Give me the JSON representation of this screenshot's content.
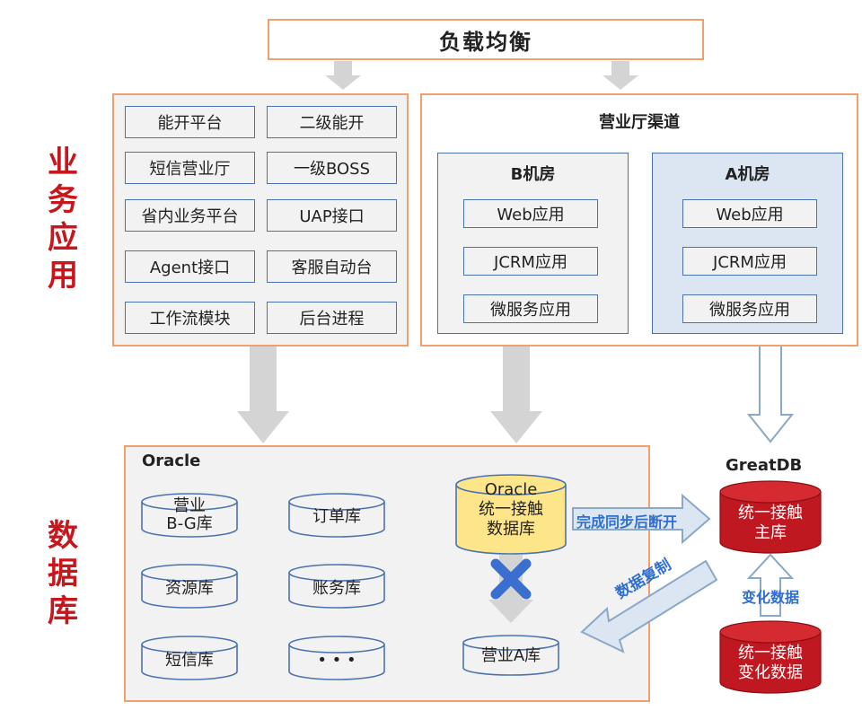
{
  "load_balancer": {
    "label": "负载均衡"
  },
  "side_labels": {
    "business": [
      "业",
      "务",
      "应",
      "用"
    ],
    "database": [
      "数",
      "据",
      "库"
    ]
  },
  "business_systems": {
    "items": [
      "能开平台",
      "二级能开",
      "短信营业厅",
      "一级BOSS",
      "省内业务平台",
      "UAP接口",
      "Agent接口",
      "客服自动台",
      "工作流模块",
      "后台进程"
    ]
  },
  "channel": {
    "title": "营业厅渠道",
    "room_b": {
      "title": "B机房",
      "apps": [
        "Web应用",
        "JCRM应用",
        "微服务应用"
      ]
    },
    "room_a": {
      "title": "A机房",
      "apps": [
        "Web应用",
        "JCRM应用",
        "微服务应用"
      ]
    }
  },
  "oracle": {
    "title": "Oracle",
    "databases": [
      {
        "lines": [
          "营业",
          "B-G库"
        ]
      },
      {
        "lines": [
          "订单库"
        ]
      },
      {
        "lines": [
          "资源库"
        ]
      },
      {
        "lines": [
          "账务库"
        ]
      },
      {
        "lines": [
          "短信库"
        ]
      },
      {
        "lines": [
          "• • •"
        ]
      }
    ],
    "unified_db": {
      "lines": [
        "Oracle",
        "统一接触",
        "数据库"
      ]
    },
    "business_a_db": {
      "label": "营业A库"
    }
  },
  "greatdb": {
    "title": "GreatDB",
    "main_db": {
      "lines": [
        "统一接触",
        "主库"
      ]
    },
    "change_db": {
      "lines": [
        "统一接触",
        "变化数据"
      ]
    }
  },
  "flows": {
    "sync_then_disconnect": "完成同步后断开",
    "data_replication": "数据复制",
    "change_data": "变化数据"
  },
  "colors": {
    "orange_border": "#f0a06a",
    "item_border": "#4a72b0",
    "side_label": "#c8161d",
    "arrow_gray": "#d4d4d4",
    "db_red": "#c01820",
    "db_yellow": "#fde68a",
    "blue_text": "#2f6fd0",
    "cross": "#3a6fd0"
  }
}
